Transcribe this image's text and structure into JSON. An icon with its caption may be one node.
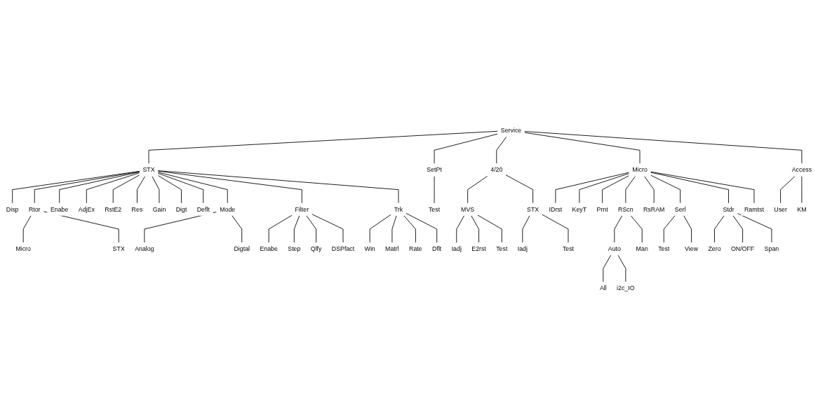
{
  "diagram": {
    "nodes": [
      {
        "text": [
          "Service"
        ]
      },
      {
        "text": [
          "STX"
        ]
      },
      {
        "text": [
          "SetPt"
        ]
      },
      {
        "text": [
          "4/20"
        ]
      },
      {
        "text": [
          "Micro"
        ]
      },
      {
        "text": [
          "Access"
        ]
      },
      {
        "text": [
          "Disp"
        ]
      },
      {
        "text": [
          "Rtor"
        ]
      },
      {
        "text": [
          "Enabe"
        ]
      },
      {
        "text": [
          "AdjEx"
        ]
      },
      {
        "text": [
          "RstE2"
        ]
      },
      {
        "text": [
          "Res"
        ]
      },
      {
        "text": [
          "Gain"
        ]
      },
      {
        "text": [
          "Digt"
        ]
      },
      {
        "text": [
          "Deflt"
        ]
      },
      {
        "text": [
          "Mode"
        ]
      },
      {
        "text": [
          "Filter"
        ]
      },
      {
        "text": [
          "Trk"
        ]
      },
      {
        "text": [
          "Micro"
        ]
      },
      {
        "text": [
          "STX"
        ]
      },
      {
        "text": [
          "Analog"
        ]
      },
      {
        "text": [
          "Digtal"
        ]
      },
      {
        "text": [
          "Enabe"
        ]
      },
      {
        "text": [
          "Step"
        ]
      },
      {
        "text": [
          "Qlfy"
        ]
      },
      {
        "text": [
          "DSPfact"
        ]
      },
      {
        "text": [
          "Win"
        ]
      },
      {
        "text": [
          "Matrl"
        ]
      },
      {
        "text": [
          "Rate"
        ]
      },
      {
        "text": [
          "Dflt"
        ]
      },
      {
        "text": [
          "Test"
        ]
      },
      {
        "text": [
          "MVS"
        ]
      },
      {
        "text": [
          "STX"
        ]
      },
      {
        "text": [
          "Iadj"
        ]
      },
      {
        "text": [
          "E2rst"
        ]
      },
      {
        "text": [
          "Test"
        ]
      },
      {
        "text": [
          "Iadj"
        ]
      },
      {
        "text": [
          "Test"
        ]
      },
      {
        "text": [
          "IDrst"
        ]
      },
      {
        "text": [
          "KeyT"
        ]
      },
      {
        "text": [
          "Prnt"
        ]
      },
      {
        "text": [
          "RScn"
        ]
      },
      {
        "text": [
          "RsRAM"
        ]
      },
      {
        "text": [
          "Stdr"
        ]
      },
      {
        "text": [
          "Serl"
        ]
      },
      {
        "text": [
          "Ramtst"
        ]
      },
      {
        "text": [
          "Auto"
        ]
      },
      {
        "text": [
          "Man"
        ]
      },
      {
        "text": [
          "All"
        ]
      },
      {
        "text": [
          "i2c_IO"
        ]
      },
      {
        "text": [
          "Test"
        ]
      },
      {
        "text": [
          "View"
        ]
      },
      {
        "text": [
          "Zero"
        ]
      },
      {
        "text": [
          "ON/OFF"
        ]
      },
      {
        "text": [
          "Span"
        ]
      },
      {
        "text": [
          "User"
        ]
      },
      {
        "text": [
          "KM"
        ]
      }
    ],
    "edges": [
      {
        "from": 0,
        "to": 1,
        "arrow": "none"
      },
      {
        "from": 0,
        "to": 2,
        "arrow": "none"
      },
      {
        "from": 0,
        "to": 3,
        "arrow": "none"
      },
      {
        "from": 0,
        "to": 4,
        "arrow": "none"
      },
      {
        "from": 0,
        "to": 5,
        "arrow": "none"
      },
      {
        "from": 1,
        "to": 6,
        "arrow": "none"
      },
      {
        "from": 1,
        "to": 7,
        "arrow": "none"
      },
      {
        "from": 1,
        "to": 8,
        "arrow": "none"
      },
      {
        "from": 1,
        "to": 9,
        "arrow": "none"
      },
      {
        "from": 1,
        "to": 10,
        "arrow": "none"
      },
      {
        "from": 1,
        "to": 11,
        "arrow": "none"
      },
      {
        "from": 1,
        "to": 12,
        "arrow": "none"
      },
      {
        "from": 1,
        "to": 13,
        "arrow": "none"
      },
      {
        "from": 1,
        "to": 14,
        "arrow": "none"
      },
      {
        "from": 1,
        "to": 15,
        "arrow": "none"
      },
      {
        "from": 1,
        "to": 16,
        "arrow": "none"
      },
      {
        "from": 1,
        "to": 17,
        "arrow": "none"
      },
      {
        "from": 7,
        "to": 18,
        "arrow": "none"
      },
      {
        "from": 7,
        "to": 19,
        "arrow": "none"
      },
      {
        "from": 15,
        "to": 20,
        "arrow": "none"
      },
      {
        "from": 15,
        "to": 21,
        "arrow": "none"
      },
      {
        "from": 16,
        "to": 22,
        "arrow": "none"
      },
      {
        "from": 16,
        "to": 23,
        "arrow": "none"
      },
      {
        "from": 16,
        "to": 24,
        "arrow": "none"
      },
      {
        "from": 16,
        "to": 25,
        "arrow": "none"
      },
      {
        "from": 17,
        "to": 26,
        "arrow": "none"
      },
      {
        "from": 17,
        "to": 27,
        "arrow": "none"
      },
      {
        "from": 17,
        "to": 28,
        "arrow": "none"
      },
      {
        "from": 17,
        "to": 29,
        "arrow": "none"
      },
      {
        "from": 2,
        "to": 30,
        "arrow": "none"
      },
      {
        "from": 3,
        "to": 31,
        "arrow": "none"
      },
      {
        "from": 3,
        "to": 32,
        "arrow": "none"
      },
      {
        "from": 31,
        "to": 33,
        "arrow": "none"
      },
      {
        "from": 31,
        "to": 34,
        "arrow": "none"
      },
      {
        "from": 31,
        "to": 35,
        "arrow": "none"
      },
      {
        "from": 32,
        "to": 36,
        "arrow": "none"
      },
      {
        "from": 32,
        "to": 37,
        "arrow": "none"
      },
      {
        "from": 4,
        "to": 38,
        "arrow": "none"
      },
      {
        "from": 4,
        "to": 39,
        "arrow": "none"
      },
      {
        "from": 4,
        "to": 40,
        "arrow": "none"
      },
      {
        "from": 4,
        "to": 41,
        "arrow": "none"
      },
      {
        "from": 4,
        "to": 42,
        "arrow": "none"
      },
      {
        "from": 4,
        "to": 43,
        "arrow": "none"
      },
      {
        "from": 4,
        "to": 44,
        "arrow": "none"
      },
      {
        "from": 4,
        "to": 45,
        "arrow": "none"
      },
      {
        "from": 41,
        "to": 46,
        "arrow": "none"
      },
      {
        "from": 41,
        "to": 47,
        "arrow": "none"
      },
      {
        "from": 46,
        "to": 48,
        "arrow": "none"
      },
      {
        "from": 46,
        "to": 49,
        "arrow": "none"
      },
      {
        "from": 44,
        "to": 50,
        "arrow": "none"
      },
      {
        "from": 44,
        "to": 51,
        "arrow": "none"
      },
      {
        "from": 43,
        "to": 52,
        "arrow": "none"
      },
      {
        "from": 43,
        "to": 53,
        "arrow": "none"
      },
      {
        "from": 43,
        "to": 54,
        "arrow": "none"
      },
      {
        "from": 5,
        "to": 55,
        "arrow": "none"
      },
      {
        "from": 5,
        "to": 56,
        "arrow": "none"
      }
    ]
  }
}
